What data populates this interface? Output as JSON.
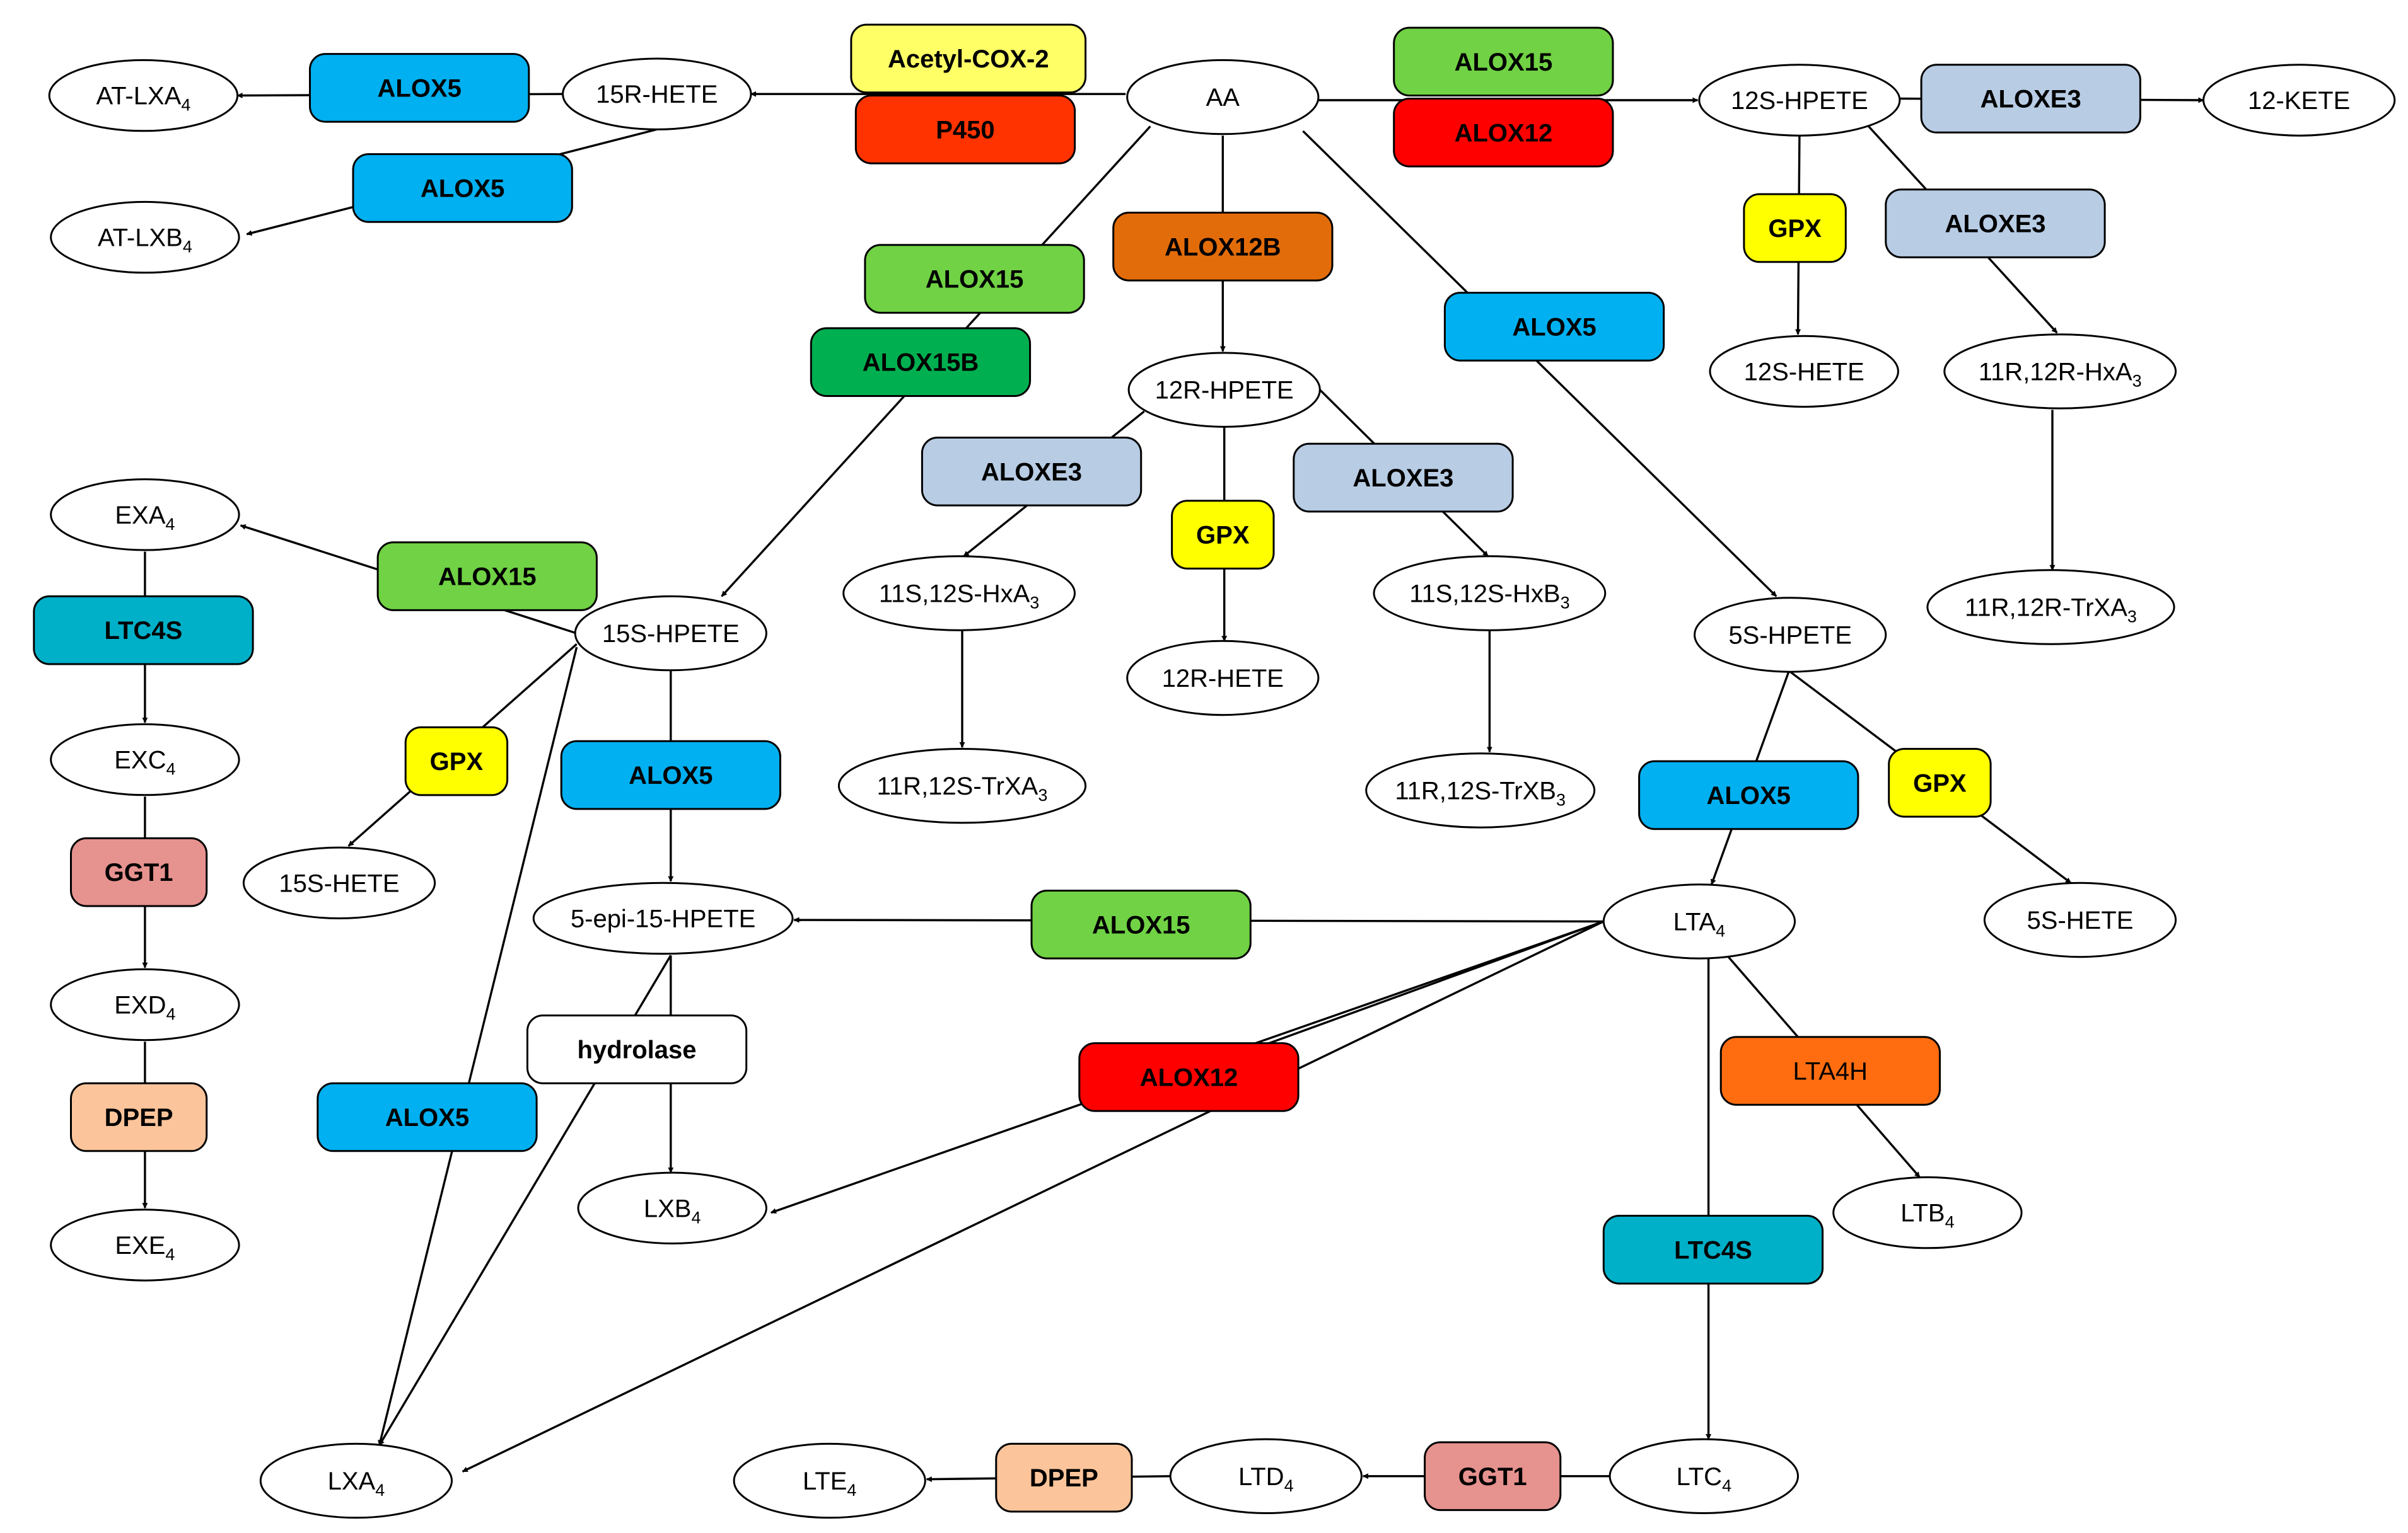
{
  "nodes": {
    "at_lxa4": [
      "AT-LXA",
      "4"
    ],
    "at_lxb4": [
      "AT-LXB",
      "4"
    ],
    "r15_hete": [
      "15R-HETE"
    ],
    "aa": [
      "AA"
    ],
    "s12_hpete": [
      "12S-HPETE"
    ],
    "kete12": [
      "12-KETE"
    ],
    "s12_hete": [
      "12S-HETE"
    ],
    "r11r12_hxa3": [
      "11R,12R-HxA",
      "3"
    ],
    "r11r12_trxa3": [
      "11R,12R-TrXA",
      "3"
    ],
    "r12_hpete": [
      "12R-HPETE"
    ],
    "s11s12_hxa3": [
      "11S,12S-HxA",
      "3"
    ],
    "r11r12s_trxa3": [
      "11R,12S-TrXA",
      "3"
    ],
    "r12_hete": [
      "12R-HETE"
    ],
    "s11s12_hxb3": [
      "11S,12S-HxB",
      "3"
    ],
    "r11r12s_trxb3": [
      "11R,12S-TrXB",
      "3"
    ],
    "exa4": [
      "EXA",
      "4"
    ],
    "exc4": [
      "EXC",
      "4"
    ],
    "exd4": [
      "EXD",
      "4"
    ],
    "exe4": [
      "EXE",
      "4"
    ],
    "s15_hpete": [
      "15S-HPETE"
    ],
    "s15_hete": [
      "15S-HETE"
    ],
    "epi15_hpete": [
      "5-epi-15-HPETE"
    ],
    "lxb4": [
      "LXB",
      "4"
    ],
    "lxa4": [
      "LXA",
      "4"
    ],
    "s5_hpete": [
      "5S-HPETE"
    ],
    "s5_hete": [
      "5S-HETE"
    ],
    "lta4": [
      "LTA",
      "4"
    ],
    "ltb4": [
      "LTB",
      "4"
    ],
    "ltc4": [
      "LTC",
      "4"
    ],
    "ltd4": [
      "LTD",
      "4"
    ],
    "lte4": [
      "LTE",
      "4"
    ]
  },
  "enzymes": {
    "alox5_a": "ALOX5",
    "alox5_b": "ALOX5",
    "acetyl_cox2": "Acetyl-COX-2",
    "p450": "P450",
    "alox15_top": "ALOX15",
    "alox12_top": "ALOX12",
    "aloxe3_a": "ALOXE3",
    "gpx_a": "GPX",
    "aloxe3_b": "ALOXE3",
    "alox15_c": "ALOX15",
    "alox15b": "ALOX15B",
    "alox12b": "ALOX12B",
    "alox5_c": "ALOX5",
    "aloxe3_c": "ALOXE3",
    "gpx_b": "GPX",
    "aloxe3_d": "ALOXE3",
    "alox15_d": "ALOX15",
    "ltc4s_a": "LTC4S",
    "gpx_c": "GPX",
    "ggt1_a": "GGT1",
    "dpep_a": "DPEP",
    "alox5_d": "ALOX5",
    "alox5_e": "ALOX5",
    "gpx_d": "GPX",
    "alox15_e": "ALOX15",
    "hydrolase": "hydrolase",
    "alox12_b": "ALOX12",
    "lta4h": "LTA4H",
    "alox5_f": "ALOX5",
    "ltc4s_b": "LTC4S",
    "ggt1_b": "GGT1",
    "dpep_b": "DPEP"
  },
  "colors": {
    "alox5": "#00b0f0",
    "alox15": "#70d244",
    "alox15b": "#00b050",
    "alox12": "#ff0000",
    "alox12b": "#e36c0a",
    "aloxe3": "#b8cce4",
    "gpx": "#ffff00",
    "acetyl_cox2": "#ffff66",
    "p450": "#ff3300",
    "ltc4s": "#00b0c8",
    "ggt1": "#e6928f",
    "dpep": "#fcc49a",
    "lta4h": "#ff6d10",
    "hydrolase": "#ffffff",
    "line": "#000000"
  }
}
